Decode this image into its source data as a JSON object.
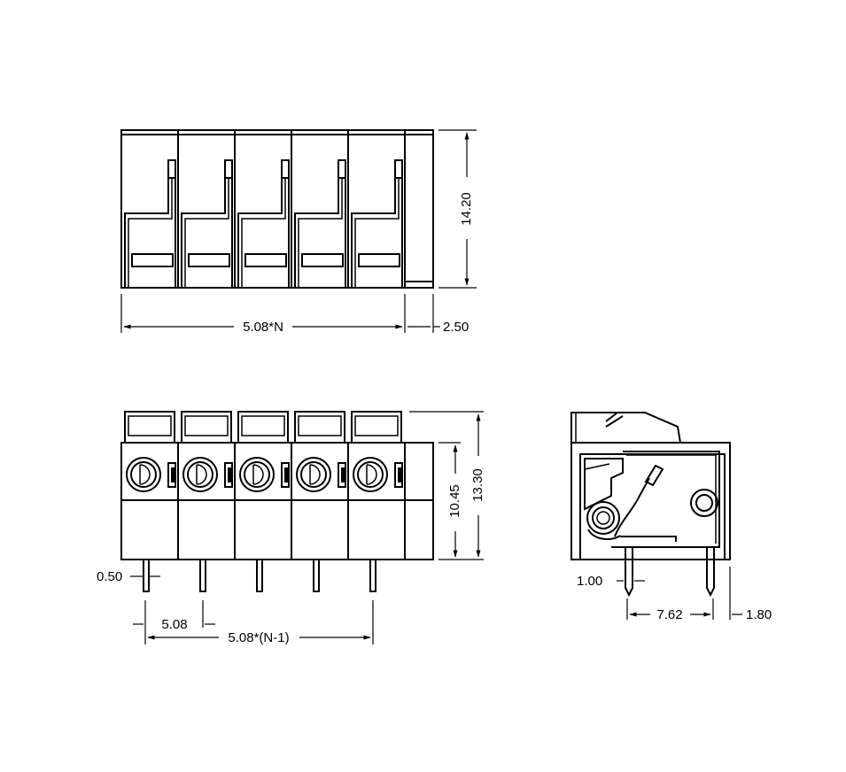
{
  "dimensions": {
    "top_height": "14.20",
    "top_width": "5.08*N",
    "top_end": "2.50",
    "front_inner_height": "10.45",
    "front_total_height": "13.30",
    "pin_width": "0.50",
    "pitch": "5.08",
    "pin_span": "5.08*(N-1)",
    "side_pin_width": "1.00",
    "side_pin_spacing": "7.62",
    "side_offset": "1.80"
  },
  "poles": 5,
  "line_color": "#000000",
  "background_color": "#ffffff"
}
